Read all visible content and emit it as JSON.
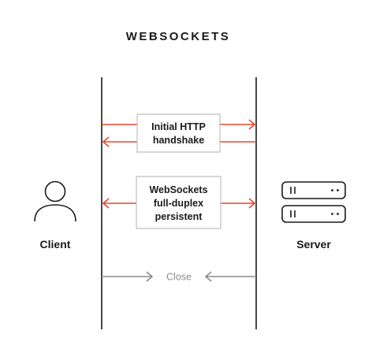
{
  "title": "WEBSOCKETS",
  "client": {
    "label": "Client",
    "icon": "user-icon"
  },
  "server": {
    "label": "Server",
    "icon": "server-icon"
  },
  "handshake": {
    "lines": [
      "Initial HTTP",
      "handshake"
    ]
  },
  "persistent": {
    "lines": [
      "WebSockets",
      "full-duplex",
      "persistent"
    ]
  },
  "close": {
    "label": "Close"
  },
  "colors": {
    "arrow": "#e8472b",
    "close_arrow": "#8c8c8c",
    "lifeline": "#1a1a1a",
    "box_border": "#bdbdbd",
    "text": "#1a1a1a"
  }
}
